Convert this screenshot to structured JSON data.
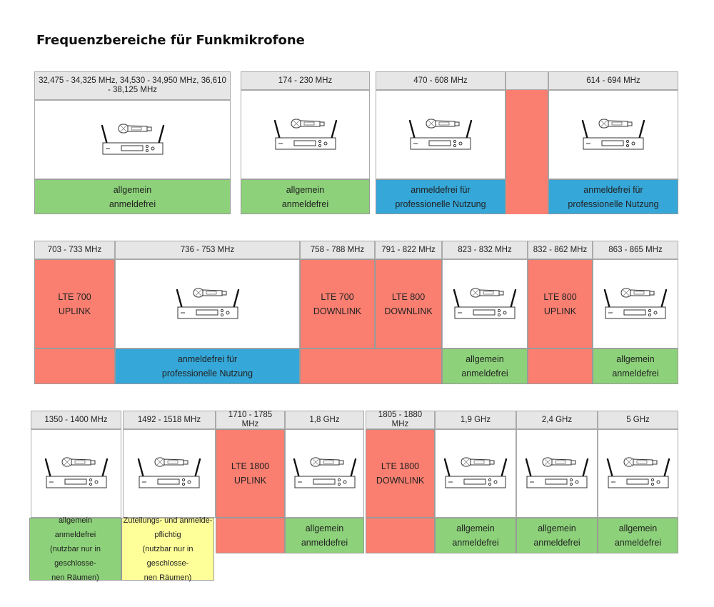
{
  "title": "Frequenzbereiche für Funkmikrofone",
  "colors": {
    "allowed": "#8dd27a",
    "professional": "#35a7d8",
    "lte": "#fa7f71",
    "license": "#ffff99",
    "header": "#e6e6e6"
  },
  "icon": "wireless-microphone-receiver-icon",
  "row1": {
    "b1": {
      "freq": "32,475 - 34,325 MHz, 34,530 - 34,950 MHz, 36,610 - 38,125 MHz",
      "status": "allgemein\nanmeldefrei"
    },
    "b2": {
      "freq": "174 - 230 MHz",
      "status": "allgemein\nanmeldefrei"
    },
    "b3": {
      "freq": "470 - 608 MHz",
      "status": "anmeldefrei für\nprofessionelle Nutzung"
    },
    "b4": {
      "freq": "614 - 694 MHz",
      "status": "anmeldefrei für\nprofessionelle Nutzung"
    }
  },
  "row2": {
    "b1": {
      "freq": "703 - 733 MHz",
      "band": "LTE 700\nUPLINK"
    },
    "b2": {
      "freq": "736 - 753 MHz",
      "status": "anmeldefrei für\nprofessionelle Nutzung"
    },
    "b3": {
      "freq": "758 - 788 MHz",
      "band": "LTE 700\nDOWNLINK"
    },
    "b4": {
      "freq": "791 - 822 MHz",
      "band": "LTE 800\nDOWNLINK"
    },
    "b5": {
      "freq": "823 - 832 MHz",
      "status": "allgemein\nanmeldefrei"
    },
    "b6": {
      "freq": "832 - 862 MHz",
      "band": "LTE 800\nUPLINK"
    },
    "b7": {
      "freq": "863 - 865 MHz",
      "status": "allgemein\nanmeldefrei"
    }
  },
  "row3": {
    "b1": {
      "freq": "1350 - 1400 MHz",
      "status": "allgemein\nanmeldefrei\n(nutzbar nur in geschlosse-\nnen Räumen)"
    },
    "b2": {
      "freq": "1492 - 1518 MHz",
      "status": "Zuteilungs- und anmelde-\npflichtig\n(nutzbar nur in geschlosse-\nnen Räumen)"
    },
    "b3": {
      "freq": "1710 - 1785 MHz",
      "band": "LTE 1800\nUPLINK"
    },
    "b4": {
      "freq": "1,8 GHz",
      "status": "allgemein\nanmeldefrei"
    },
    "b5": {
      "freq": "1805 - 1880 MHz",
      "band": "LTE 1800\nDOWNLINK"
    },
    "b6": {
      "freq": "1,9 GHz",
      "status": "allgemein\nanmeldefrei"
    },
    "b7": {
      "freq": "2,4 GHz",
      "status": "allgemein\nanmeldefrei"
    },
    "b8": {
      "freq": "5 GHz",
      "status": "allgemein\nanmeldefrei"
    }
  }
}
